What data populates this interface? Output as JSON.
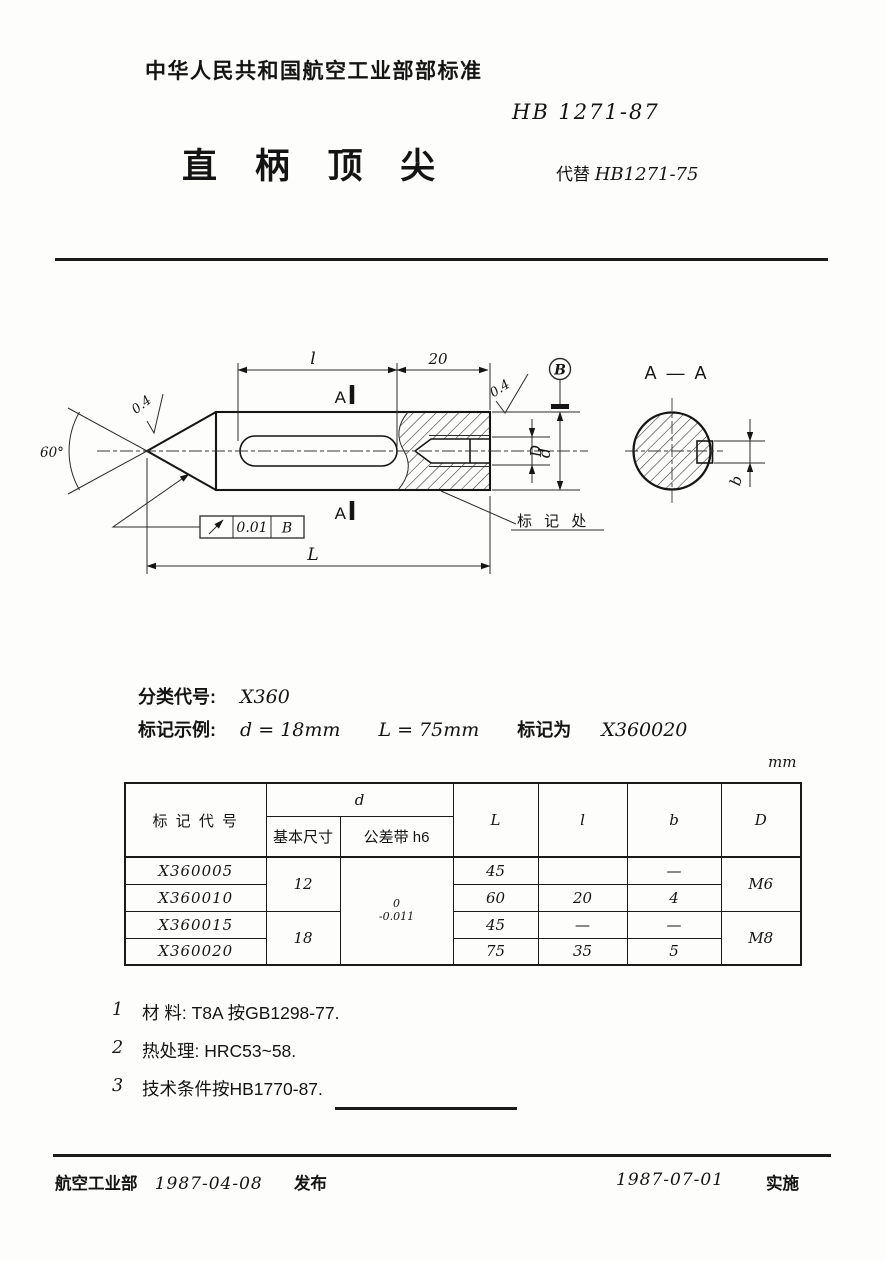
{
  "header": {
    "org": "中华人民共和国航空工业部部标准",
    "std_no": "HB 1271-87",
    "title": "直 柄 顶 尖",
    "replaces_prefix": "代替",
    "replaces_no": "HB1271-75"
  },
  "drawing": {
    "section_title": "A — A",
    "angle": "60°",
    "roughness_tip": "0.4",
    "roughness_face": "0.4",
    "dim_slot_length": "l",
    "dim_thread_depth": "20",
    "dim_overall_length": "L",
    "dim_thread_dia": "D",
    "dim_shank_dia": "d",
    "dim_flat_width": "b",
    "section_cut": "A",
    "datum_label": "B",
    "runout_value": "0.01",
    "runout_datum": "B",
    "marking_label": "标 记 处"
  },
  "classification": {
    "class_label": "分类代号:",
    "class_code": "X360",
    "example_label": "标记示例:",
    "example_d": "d = 18mm",
    "example_L": "L = 75mm",
    "example_mark": "标记为",
    "example_code": "X360020",
    "unit": "mm"
  },
  "table": {
    "headers": {
      "code": "标 记 代 号",
      "d": "d",
      "d_basic": "基本尺寸",
      "d_tol": "公差带 h6",
      "L": "L",
      "l": "l",
      "b": "b",
      "D": "D"
    },
    "tol_upper": "0",
    "tol_lower": "-0.011",
    "d_groups": [
      "12",
      "18"
    ],
    "D_groups": [
      "M6",
      "M8"
    ],
    "rows": [
      {
        "code": "X360005",
        "L": "45",
        "l": "",
        "b": "—"
      },
      {
        "code": "X360010",
        "L": "60",
        "l": "20",
        "b": "4"
      },
      {
        "code": "X360015",
        "L": "45",
        "l": "—",
        "b": "—"
      },
      {
        "code": "X360020",
        "L": "75",
        "l": "35",
        "b": "5"
      }
    ]
  },
  "notes": [
    {
      "num": "1",
      "text": "材  料: T8A  按GB1298-77."
    },
    {
      "num": "2",
      "text": "热处理: HRC53~58."
    },
    {
      "num": "3",
      "text": "技术条件按HB1770-87."
    }
  ],
  "footer": {
    "agency": "航空工业部",
    "issue_date": "1987-04-08",
    "issue_label": "发布",
    "impl_date": "1987-07-01",
    "impl_label": "实施"
  }
}
